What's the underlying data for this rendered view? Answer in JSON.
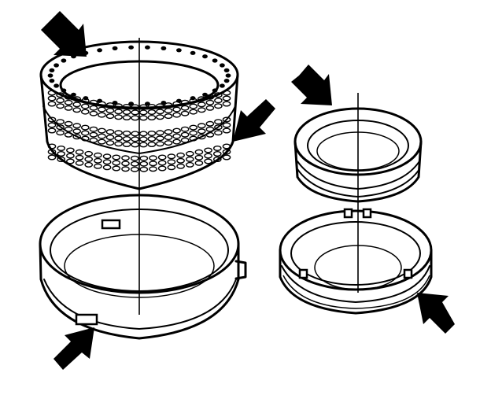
{
  "figure": {
    "type": "exploded-assembly-illustration",
    "parts": [
      "sprag-roller-cage",
      "outer-race-housing-left",
      "stepped-ring",
      "outer-race-housing-right"
    ],
    "callout_arrows": [
      "arrow-cage-top-left",
      "arrow-cage-right",
      "arrow-left-housing-tab",
      "arrow-ring-top",
      "arrow-right-housing-groove"
    ],
    "colors": {
      "line": "#000000",
      "background": "#ffffff"
    }
  }
}
